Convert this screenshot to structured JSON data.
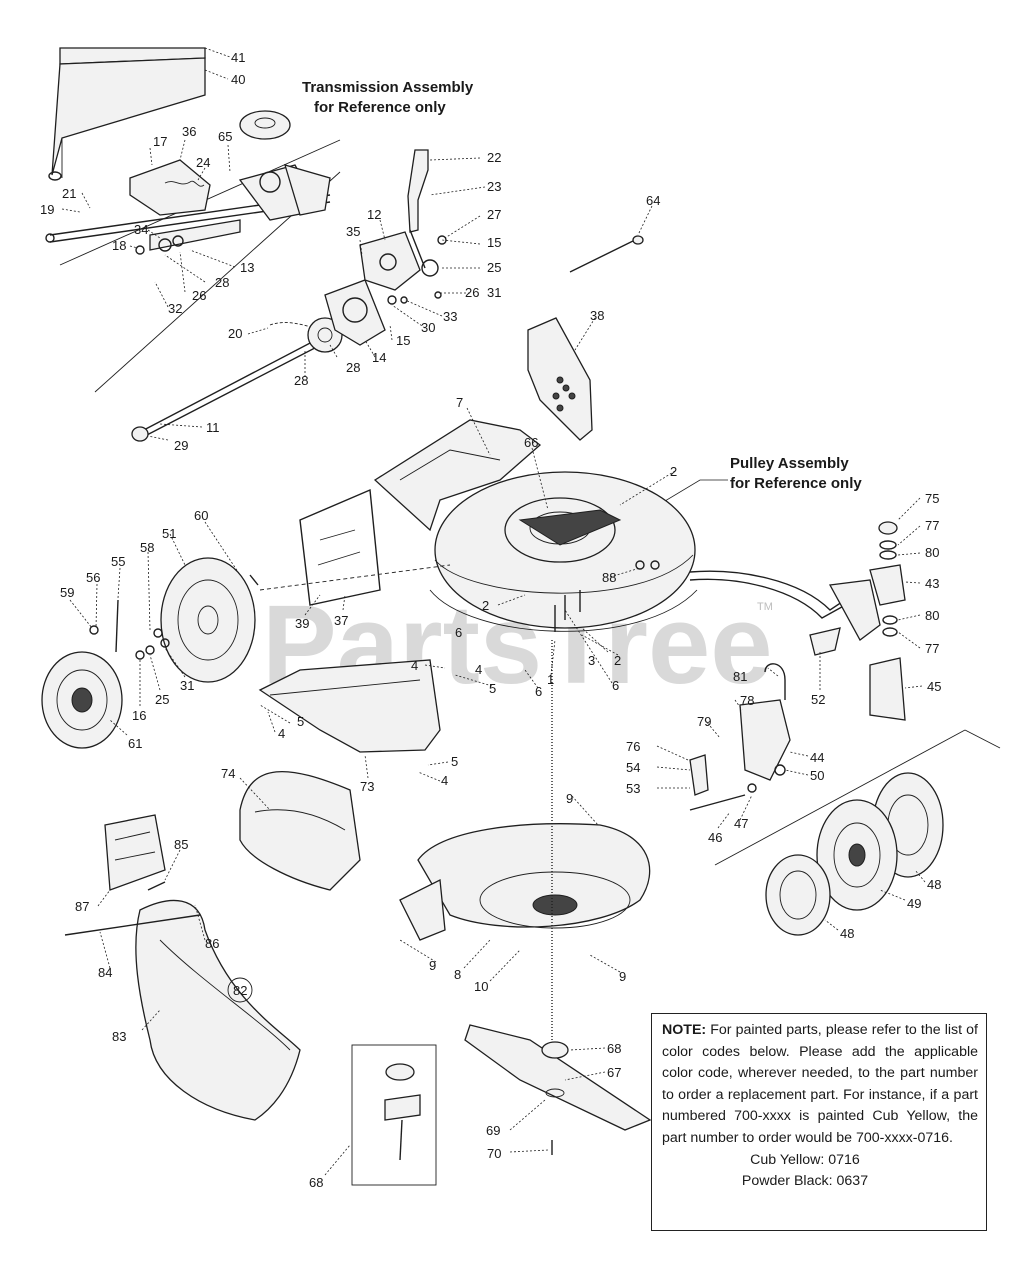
{
  "headings": {
    "transmission_line1": "Transmission Assembly",
    "transmission_line2": "for Reference only",
    "pulley_line1": "Pulley Assembly",
    "pulley_line2": "for Reference only"
  },
  "watermark": {
    "text": "PartsTree",
    "trademark": "TM"
  },
  "callouts": [
    "41",
    "40",
    "17",
    "36",
    "65",
    "24",
    "21",
    "19",
    "34",
    "18",
    "28",
    "26",
    "32",
    "13",
    "35",
    "12",
    "22",
    "23",
    "27",
    "15",
    "25",
    "26",
    "31",
    "33",
    "30",
    "15",
    "14",
    "28",
    "28",
    "20",
    "11",
    "29",
    "64",
    "38",
    "7",
    "66",
    "2",
    "75",
    "77",
    "80",
    "43",
    "80",
    "77",
    "45",
    "88",
    "2",
    "3",
    "2",
    "6",
    "6",
    "1",
    "6",
    "5",
    "4",
    "60",
    "51",
    "58",
    "55",
    "56",
    "59",
    "39",
    "37",
    "16",
    "25",
    "31",
    "61",
    "4",
    "5",
    "4",
    "5",
    "4",
    "73",
    "52",
    "81",
    "78",
    "79",
    "76",
    "54",
    "53",
    "44",
    "50",
    "46",
    "47",
    "48",
    "49",
    "48",
    "74",
    "85",
    "87",
    "86",
    "84",
    "9",
    "9",
    "8",
    "10",
    "9",
    "82",
    "83",
    "68",
    "67",
    "69",
    "70",
    "68"
  ],
  "note": {
    "label": "NOTE:",
    "body": "For painted parts, please refer to the list of color codes below.  Please add the applicable color code, wherever needed, to the part number to order a replacement part.  For instance, if a part numbered 700-xxxx is painted Cub Yellow, the part number to order would be 700-xxxx-0716.",
    "code_yellow": "Cub Yellow: 0716",
    "code_black": "Powder Black: 0637"
  }
}
